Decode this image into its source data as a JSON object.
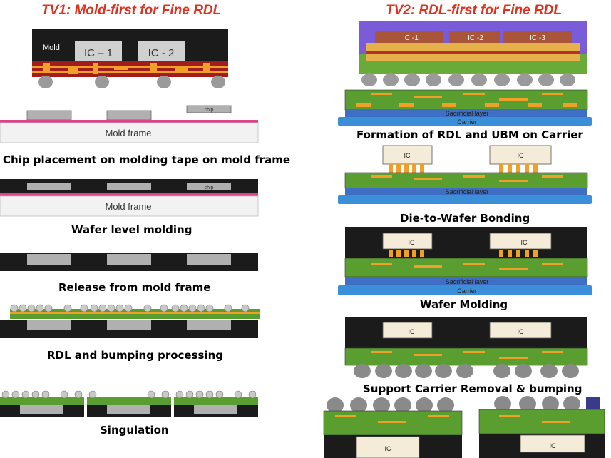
{
  "titles": {
    "tv1": "TV1: Mold-first  for Fine RDL",
    "tv2": "TV2: RDL-first for Fine RDL"
  },
  "tv1": {
    "top_labels": {
      "mold": "Mold",
      "ic1": "IC – 1",
      "ic2": "IC - 2"
    },
    "chip_label": "chip",
    "mold_frame": "Mold frame",
    "steps": [
      "Chip placement on molding tape on mold frame",
      "Wafer level molding",
      "Release from mold frame",
      "RDL and bumping processing",
      "Singulation"
    ]
  },
  "tv2": {
    "top_labels": {
      "ic1": "IC -1",
      "ic2": "IC -2",
      "ic3": "IC -3"
    },
    "sacrificial": "Sacrificial layer",
    "carrier": "Carrier",
    "ic": "IC",
    "steps": [
      "Formation of RDL and UBM on Carrier",
      "Die-to-Wafer Bonding",
      "Wafer Molding",
      "Support Carrier Removal & bumping"
    ]
  },
  "colors": {
    "title_red": "#e0301e",
    "rdl_green": "#5a9e2f",
    "carrier_blue": "#3a8fd8",
    "sacrificial_blue": "#3e6fc4",
    "copper_orange": "#f0a028",
    "mold_black": "#1b1b1b",
    "pink_tape": "#e0408c"
  }
}
